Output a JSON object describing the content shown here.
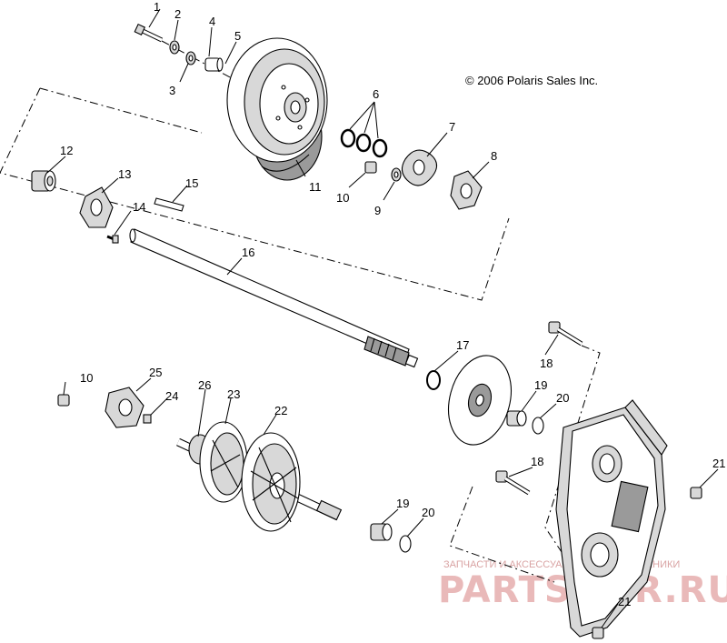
{
  "copyright": "© 2006 Polaris Sales Inc.",
  "watermark": {
    "caption": "ЗАПЧАСТИ И АКСЕССУАРЫ ДЛЯ МОТОТЕХНИКИ",
    "brand": "PARTSDOR.RU"
  },
  "callouts": [
    {
      "id": "c1",
      "label": "1"
    },
    {
      "id": "c2",
      "label": "2"
    },
    {
      "id": "c3",
      "label": "3"
    },
    {
      "id": "c4",
      "label": "4"
    },
    {
      "id": "c5",
      "label": "5"
    },
    {
      "id": "c6",
      "label": "6"
    },
    {
      "id": "c7",
      "label": "7"
    },
    {
      "id": "c8",
      "label": "8"
    },
    {
      "id": "c9",
      "label": "9"
    },
    {
      "id": "c10a",
      "label": "10"
    },
    {
      "id": "c11",
      "label": "11"
    },
    {
      "id": "c12",
      "label": "12"
    },
    {
      "id": "c13",
      "label": "13"
    },
    {
      "id": "c14",
      "label": "14"
    },
    {
      "id": "c15",
      "label": "15"
    },
    {
      "id": "c16",
      "label": "16"
    },
    {
      "id": "c17",
      "label": "17"
    },
    {
      "id": "c18a",
      "label": "18"
    },
    {
      "id": "c19a",
      "label": "19"
    },
    {
      "id": "c20a",
      "label": "20"
    },
    {
      "id": "c21a",
      "label": "21"
    },
    {
      "id": "c10b",
      "label": "10"
    },
    {
      "id": "c25",
      "label": "25"
    },
    {
      "id": "c24",
      "label": "24"
    },
    {
      "id": "c26",
      "label": "26"
    },
    {
      "id": "c23",
      "label": "23"
    },
    {
      "id": "c22",
      "label": "22"
    },
    {
      "id": "c18b",
      "label": "18"
    },
    {
      "id": "c19b",
      "label": "19"
    },
    {
      "id": "c20b",
      "label": "20"
    },
    {
      "id": "c21b",
      "label": "21"
    }
  ]
}
